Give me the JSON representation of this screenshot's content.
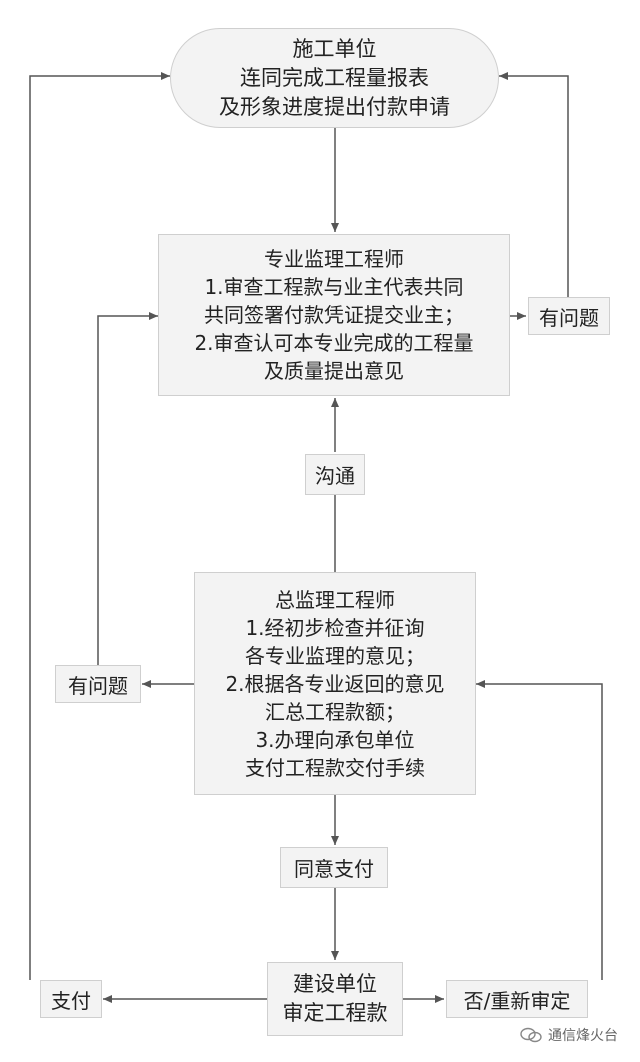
{
  "nodes": {
    "contractor": {
      "lines": [
        "施工单位",
        "连同完成工程量报表",
        "及形象进度提出付款申请"
      ]
    },
    "specialist": {
      "lines": [
        "专业监理工程师",
        "1.审查工程款与业主代表共同",
        "共同签署付款凭证提交业主；",
        "2.审查认可本专业完成的工程量",
        "及质量提出意见"
      ]
    },
    "chief": {
      "lines": [
        "总监理工程师",
        "1.经初步检查并征询",
        "各专业监理的意见；",
        "2.根据各专业返回的意见",
        "汇总工程款额；",
        "3.办理向承包单位",
        "支付工程款交付手续"
      ]
    },
    "owner": {
      "lines": [
        "建设单位",
        "审定工程款"
      ]
    }
  },
  "labels": {
    "problem_right": "有问题",
    "communicate": "沟通",
    "problem_left": "有问题",
    "agree_pay": "同意支付",
    "pay": "支付",
    "reject": "否/重新审定"
  },
  "watermark": "通信烽火台",
  "colors": {
    "box_fill": "#f3f3f3",
    "box_border": "#cfcfcf",
    "line": "#555555"
  }
}
